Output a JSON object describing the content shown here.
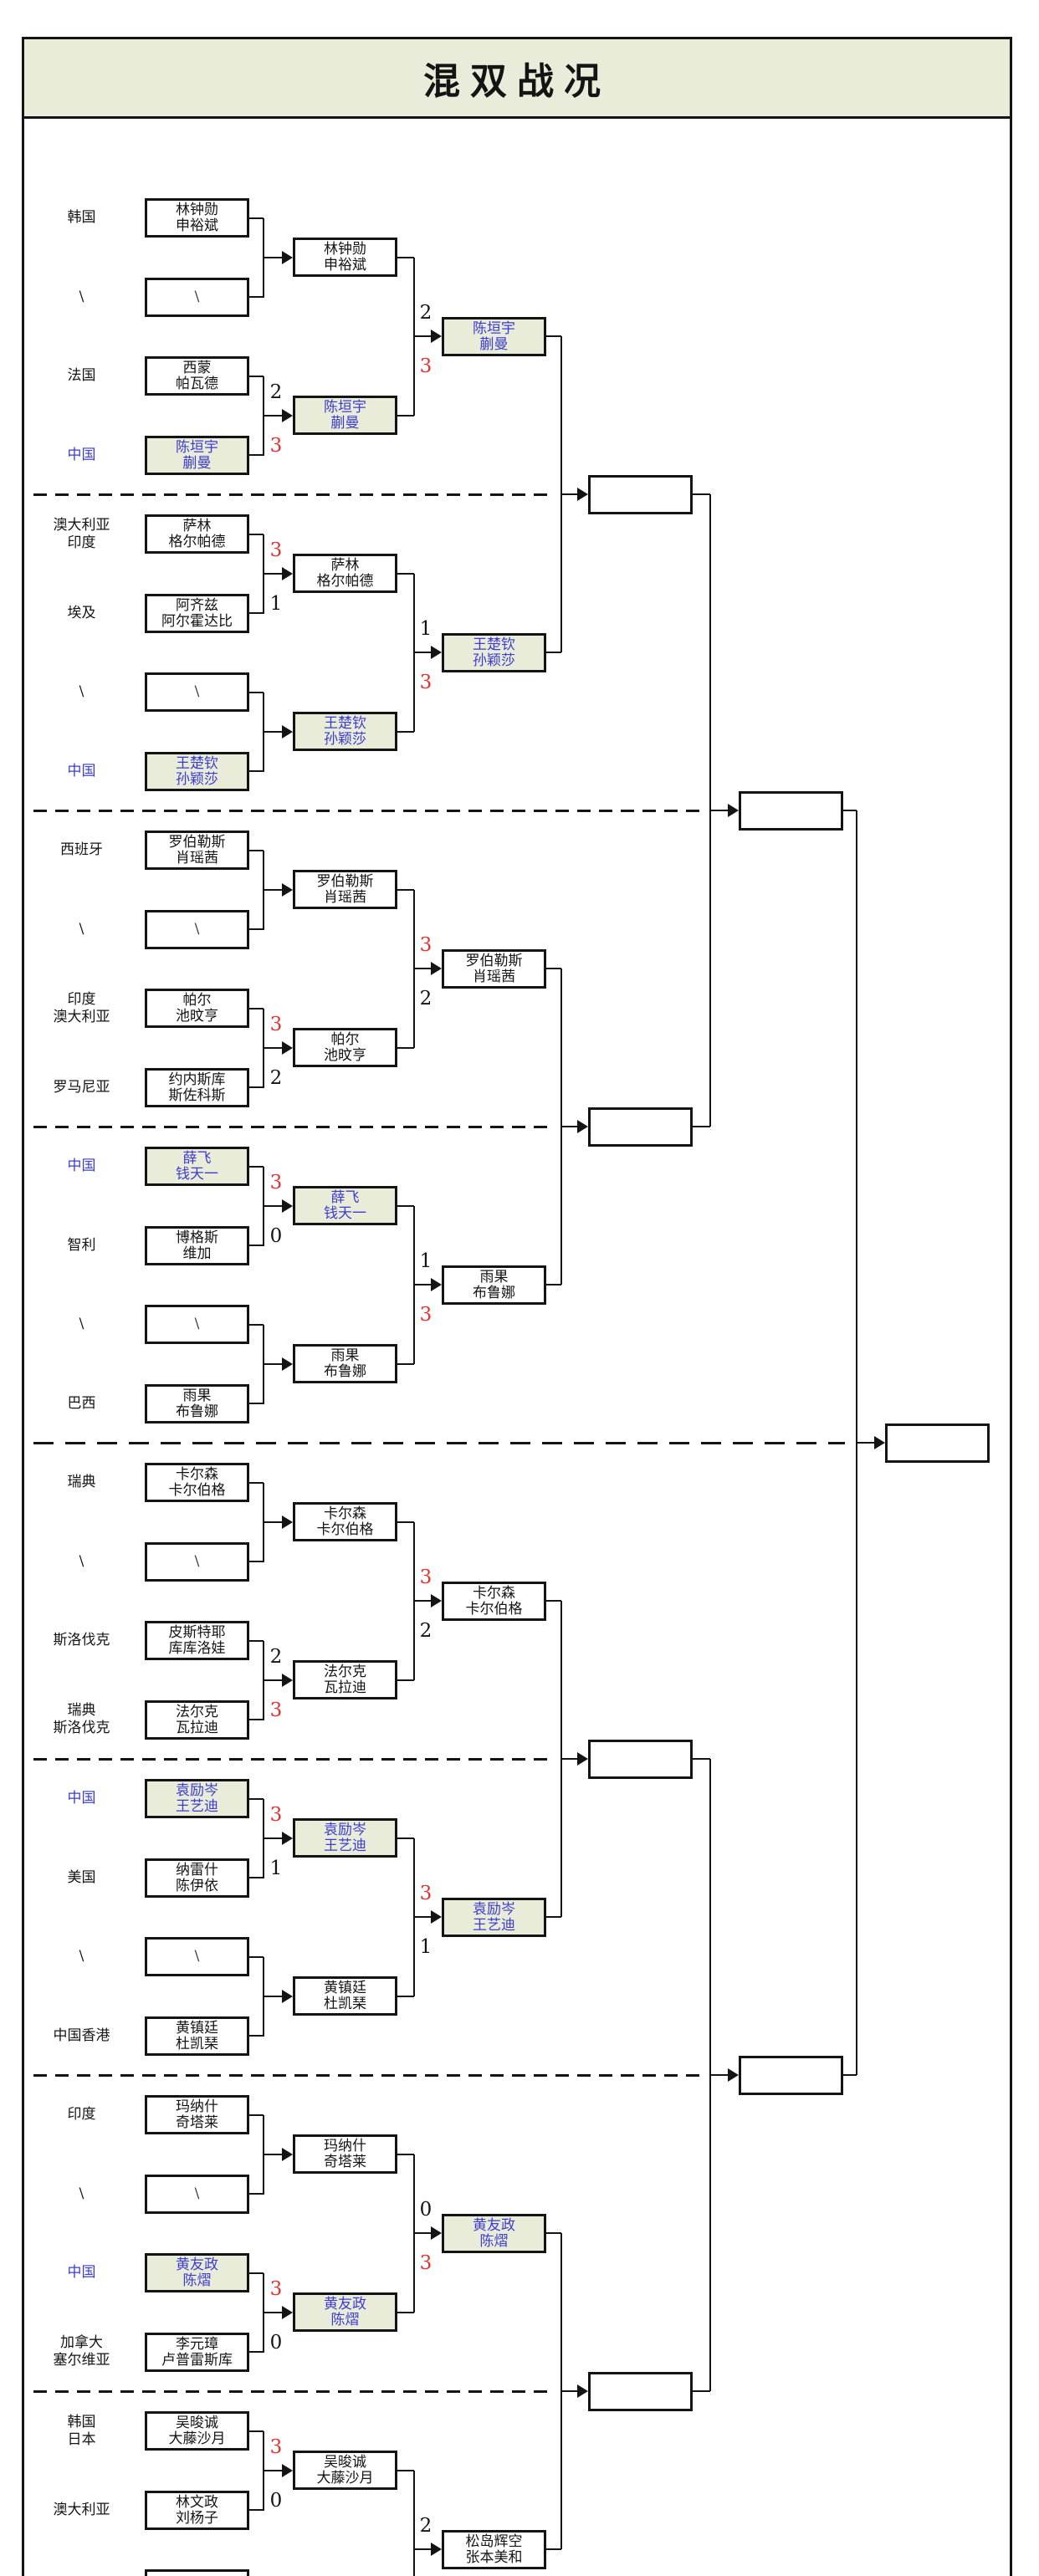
{
  "title": "混双战况",
  "colors": {
    "ink": "#141414",
    "highlight_bg": "#e9ecd8",
    "china_blue": "#3c3cd2",
    "win_red": "#e03232",
    "slash_grey": "#3a3a3a"
  },
  "sections": [
    {
      "entries": [
        {
          "country": [
            "韩国"
          ],
          "team": [
            "林钟勋",
            "申裕斌"
          ]
        },
        {
          "country": [
            "\\"
          ],
          "team": [
            "\\"
          ],
          "bye": true
        },
        {
          "country": [
            "法国"
          ],
          "team": [
            "西蒙",
            "帕瓦德"
          ]
        },
        {
          "country": [
            "中国"
          ],
          "team": [
            "陈垣宇",
            "蒯曼"
          ],
          "china": true
        }
      ],
      "winners": [
        {
          "team": [
            "林钟勋",
            "申裕斌"
          ]
        },
        {
          "team": [
            "陈垣宇",
            "蒯曼"
          ],
          "china": true
        }
      ],
      "qf": {
        "team": [
          "陈垣宇",
          "蒯曼"
        ],
        "china": true
      },
      "scores": {
        "m1": null,
        "m2": {
          "top": {
            "value": "2",
            "win": false
          },
          "bottom": {
            "value": "3",
            "win": true
          }
        },
        "r16": {
          "top": {
            "value": "2",
            "win": false
          },
          "bottom": {
            "value": "3",
            "win": true
          }
        }
      }
    },
    {
      "entries": [
        {
          "country": [
            "澳大利亚",
            "印度"
          ],
          "team": [
            "萨林",
            "格尔帕德"
          ]
        },
        {
          "country": [
            "埃及"
          ],
          "team": [
            "阿齐兹",
            "阿尔霍达比"
          ]
        },
        {
          "country": [
            "\\"
          ],
          "team": [
            "\\"
          ],
          "bye": true
        },
        {
          "country": [
            "中国"
          ],
          "team": [
            "王楚钦",
            "孙颖莎"
          ],
          "china": true
        }
      ],
      "winners": [
        {
          "team": [
            "萨林",
            "格尔帕德"
          ]
        },
        {
          "team": [
            "王楚钦",
            "孙颖莎"
          ],
          "china": true
        }
      ],
      "qf": {
        "team": [
          "王楚钦",
          "孙颖莎"
        ],
        "china": true
      },
      "scores": {
        "m1": {
          "top": {
            "value": "3",
            "win": true
          },
          "bottom": {
            "value": "1",
            "win": false
          }
        },
        "m2": null,
        "r16": {
          "top": {
            "value": "1",
            "win": false
          },
          "bottom": {
            "value": "3",
            "win": true
          }
        }
      }
    },
    {
      "entries": [
        {
          "country": [
            "西班牙"
          ],
          "team": [
            "罗伯勒斯",
            "肖瑶茜"
          ]
        },
        {
          "country": [
            "\\"
          ],
          "team": [
            "\\"
          ],
          "bye": true
        },
        {
          "country": [
            "印度",
            "澳大利亚"
          ],
          "team": [
            "帕尔",
            "池旼亨"
          ]
        },
        {
          "country": [
            "罗马尼亚"
          ],
          "team": [
            "约内斯库",
            "斯佐科斯"
          ]
        }
      ],
      "winners": [
        {
          "team": [
            "罗伯勒斯",
            "肖瑶茜"
          ]
        },
        {
          "team": [
            "帕尔",
            "池旼亨"
          ]
        }
      ],
      "qf": {
        "team": [
          "罗伯勒斯",
          "肖瑶茜"
        ]
      },
      "scores": {
        "m1": null,
        "m2": {
          "top": {
            "value": "3",
            "win": true
          },
          "bottom": {
            "value": "2",
            "win": false
          }
        },
        "r16": {
          "top": {
            "value": "3",
            "win": true
          },
          "bottom": {
            "value": "2",
            "win": false
          }
        }
      }
    },
    {
      "entries": [
        {
          "country": [
            "中国"
          ],
          "team": [
            "薛飞",
            "钱天一"
          ],
          "china": true
        },
        {
          "country": [
            "智利"
          ],
          "team": [
            "博格斯",
            "维加"
          ]
        },
        {
          "country": [
            "\\"
          ],
          "team": [
            "\\"
          ],
          "bye": true
        },
        {
          "country": [
            "巴西"
          ],
          "team": [
            "雨果",
            "布鲁娜"
          ]
        }
      ],
      "winners": [
        {
          "team": [
            "薛飞",
            "钱天一"
          ],
          "china": true
        },
        {
          "team": [
            "雨果",
            "布鲁娜"
          ]
        }
      ],
      "qf": {
        "team": [
          "雨果",
          "布鲁娜"
        ]
      },
      "scores": {
        "m1": {
          "top": {
            "value": "3",
            "win": true
          },
          "bottom": {
            "value": "0",
            "win": false
          }
        },
        "m2": null,
        "r16": {
          "top": {
            "value": "1",
            "win": false
          },
          "bottom": {
            "value": "3",
            "win": true
          }
        }
      }
    },
    {
      "entries": [
        {
          "country": [
            "瑞典"
          ],
          "team": [
            "卡尔森",
            "卡尔伯格"
          ]
        },
        {
          "country": [
            "\\"
          ],
          "team": [
            "\\"
          ],
          "bye": true
        },
        {
          "country": [
            "斯洛伐克"
          ],
          "team": [
            "皮斯特耶",
            "库库洛娃"
          ]
        },
        {
          "country": [
            "瑞典",
            "斯洛伐克"
          ],
          "team": [
            "法尔克",
            "瓦拉迪"
          ]
        }
      ],
      "winners": [
        {
          "team": [
            "卡尔森",
            "卡尔伯格"
          ]
        },
        {
          "team": [
            "法尔克",
            "瓦拉迪"
          ]
        }
      ],
      "qf": {
        "team": [
          "卡尔森",
          "卡尔伯格"
        ]
      },
      "scores": {
        "m1": null,
        "m2": {
          "top": {
            "value": "2",
            "win": false
          },
          "bottom": {
            "value": "3",
            "win": true
          }
        },
        "r16": {
          "top": {
            "value": "3",
            "win": true
          },
          "bottom": {
            "value": "2",
            "win": false
          }
        }
      }
    },
    {
      "entries": [
        {
          "country": [
            "中国"
          ],
          "team": [
            "袁励岑",
            "王艺迪"
          ],
          "china": true
        },
        {
          "country": [
            "美国"
          ],
          "team": [
            "纳雷什",
            "陈伊依"
          ]
        },
        {
          "country": [
            "\\"
          ],
          "team": [
            "\\"
          ],
          "bye": true
        },
        {
          "country": [
            "中国香港"
          ],
          "team": [
            "黄镇廷",
            "杜凯琹"
          ]
        }
      ],
      "winners": [
        {
          "team": [
            "袁励岑",
            "王艺迪"
          ],
          "china": true
        },
        {
          "team": [
            "黄镇廷",
            "杜凯琹"
          ]
        }
      ],
      "qf": {
        "team": [
          "袁励岑",
          "王艺迪"
        ],
        "china": true
      },
      "scores": {
        "m1": {
          "top": {
            "value": "3",
            "win": true
          },
          "bottom": {
            "value": "1",
            "win": false
          }
        },
        "m2": null,
        "r16": {
          "top": {
            "value": "3",
            "win": true
          },
          "bottom": {
            "value": "1",
            "win": false
          }
        }
      }
    },
    {
      "entries": [
        {
          "country": [
            "印度"
          ],
          "team": [
            "玛纳什",
            "奇塔莱"
          ]
        },
        {
          "country": [
            "\\"
          ],
          "team": [
            "\\"
          ],
          "bye": true
        },
        {
          "country": [
            "中国"
          ],
          "team": [
            "黄友政",
            "陈熠"
          ],
          "china": true
        },
        {
          "country": [
            "加拿大",
            "塞尔维亚"
          ],
          "team": [
            "李元璋",
            "卢普雷斯库"
          ]
        }
      ],
      "winners": [
        {
          "team": [
            "玛纳什",
            "奇塔莱"
          ]
        },
        {
          "team": [
            "黄友政",
            "陈熠"
          ],
          "china": true
        }
      ],
      "qf": {
        "team": [
          "黄友政",
          "陈熠"
        ],
        "china": true
      },
      "scores": {
        "m1": null,
        "m2": {
          "top": {
            "value": "3",
            "win": true
          },
          "bottom": {
            "value": "0",
            "win": false
          }
        },
        "r16": {
          "top": {
            "value": "0",
            "win": false
          },
          "bottom": {
            "value": "3",
            "win": true
          }
        }
      }
    },
    {
      "entries": [
        {
          "country": [
            "韩国",
            "日本"
          ],
          "team": [
            "吴晙诚",
            "大藤沙月"
          ]
        },
        {
          "country": [
            "澳大利亚"
          ],
          "team": [
            "林文政",
            "刘杨子"
          ]
        },
        {
          "partial": true
        }
      ],
      "winners": [
        {
          "team": [
            "吴晙诚",
            "大藤沙月"
          ]
        }
      ],
      "qf": {
        "team": [
          "松岛辉空",
          "张本美和"
        ]
      },
      "scores": {
        "m1": {
          "top": {
            "value": "3",
            "win": true
          },
          "bottom": {
            "value": "0",
            "win": false
          }
        },
        "m2": null,
        "r16": {
          "top": {
            "value": "2",
            "win": false
          },
          "bottom": null
        }
      }
    }
  ]
}
